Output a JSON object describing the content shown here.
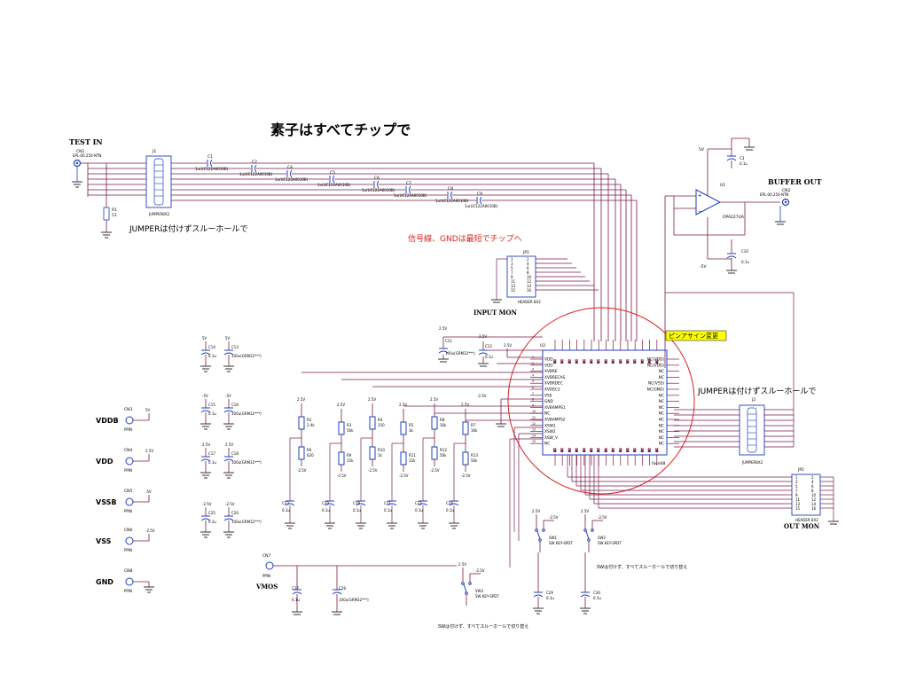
{
  "colors": {
    "wire": "#7a1a4a",
    "ground": "#3a3a3a",
    "parts": "#1f3fbf",
    "annotation_red": "#e02020",
    "label_bg": "#ffff00",
    "text": "#000000"
  },
  "texts": {
    "title": "素子はすべてチップで",
    "test_in": "TEST IN",
    "cn1": "CN1",
    "cn1_part": "EPL-00.250-NTN",
    "buffer_out": "BUFFER OUT",
    "cn2": "CN2",
    "cn2_part": "EPL-00.250-NTN",
    "j1": "J1",
    "j1_part": "JUMPER8X2",
    "jumper_note1": "JUMPERは付けずスルーホールで",
    "red_note": "信号線、GNDは最短でチップへ",
    "jp1": "JP1",
    "jp1_part": "HEADER 8X2",
    "input_mon": "INPUT  MON",
    "pin_label": "ピンアサイン変更",
    "jumper_note2": "JUMPERは付けずスルーホールで",
    "j2": "J2",
    "j2_part": "JUMPER8X2",
    "jp2": "JP2",
    "jp2_part": "HEADER 8X2",
    "out_mon": "OUT  MON",
    "u1": "U1",
    "u1_part": "OPA227UA",
    "u2": "U2",
    "u2_part": "face08",
    "vddb": "VDDB",
    "vdd": "VDD",
    "vssb": "VSSB",
    "vss": "VSS",
    "gnd": "GND",
    "vmos": "VMOS",
    "cn3": "CN3",
    "cn4": "CN4",
    "cn5": "CN5",
    "cn6": "CN6",
    "cn8": "CN8",
    "cn7": "CN7",
    "ppin": "PPIN",
    "sw_note1": "SWは付けず、すべてスルーホールで切り替え",
    "sw_note2": "SWは付けず、すべてスルーホールで切り替え",
    "sw1": "SW1",
    "sw2": "SW2",
    "sw3": "SW3",
    "sw_part": "SW KEY-SPDT",
    "v5": "5V",
    "vm5": "-5V",
    "v25": "2.5V",
    "vm25": "-2.5V",
    "r1": "R1",
    "r1_val": "51"
  },
  "capacitors_top": [
    {
      "ref": "C1",
      "val": "1u(UC122A0010B)"
    },
    {
      "ref": "C2",
      "val": "1u(UC122A0010B)"
    },
    {
      "ref": "C4",
      "val": "1u(UC122A0010B)"
    },
    {
      "ref": "C5",
      "val": "1u(UC122A0010B)"
    },
    {
      "ref": "C6",
      "val": "1u(UC122A0010B)"
    },
    {
      "ref": "C7",
      "val": "1u(UC122A0010B)"
    },
    {
      "ref": "C8",
      "val": "1u(UC122A0010B)"
    },
    {
      "ref": "C9",
      "val": "1u(UC122A0010B)"
    }
  ],
  "bypass_caps": [
    {
      "ref": "C14",
      "val": "0.1u"
    },
    {
      "ref": "C13",
      "val": "100u(GRM32***)"
    },
    {
      "ref": "C15",
      "val": "0.1u"
    },
    {
      "ref": "C16",
      "val": "100u(GRM32***)"
    },
    {
      "ref": "C17",
      "val": "0.1u"
    },
    {
      "ref": "C18",
      "val": "100u(GRM32***)"
    },
    {
      "ref": "C25",
      "val": "0.1u"
    },
    {
      "ref": "C26",
      "val": "100u(GRM32***)"
    }
  ],
  "resistors": [
    {
      "ref": "R2",
      "val": "2.4k"
    },
    {
      "ref": "R6",
      "val": "620"
    },
    {
      "ref": "R3",
      "val": "56k"
    },
    {
      "ref": "R9",
      "val": "15k"
    },
    {
      "ref": "R4",
      "val": "150"
    },
    {
      "ref": "R10",
      "val": "1k"
    },
    {
      "ref": "R5",
      "val": "3k"
    },
    {
      "ref": "R11",
      "val": "15k"
    },
    {
      "ref": "R8",
      "val": "16k"
    },
    {
      "ref": "R12",
      "val": "56k"
    },
    {
      "ref": "R7",
      "val": "16k"
    },
    {
      "ref": "R13",
      "val": "56k"
    }
  ],
  "lower_caps": [
    {
      "ref": "C23",
      "val": "0.1u"
    },
    {
      "ref": "C20",
      "val": "0.1u"
    },
    {
      "ref": "C19",
      "val": "0.1u"
    },
    {
      "ref": "C21",
      "val": "0.1u"
    },
    {
      "ref": "C22",
      "val": "0.1u"
    },
    {
      "ref": "C24",
      "val": "0.1u"
    }
  ],
  "misc_caps": [
    {
      "ref": "C11",
      "val": "100u(GRM32***)"
    },
    {
      "ref": "C12",
      "val": "0.1u"
    },
    {
      "ref": "C3",
      "val": "0.1u"
    },
    {
      "ref": "C10",
      "val": "0.1u"
    },
    {
      "ref": "C27",
      "val": "0.1u"
    },
    {
      "ref": "C28",
      "val": "100u(GRM32***)"
    },
    {
      "ref": "C29",
      "val": "0.1u"
    },
    {
      "ref": "C30",
      "val": "0.1u"
    }
  ],
  "u2_pins_left": [
    "VDD",
    "VDD",
    "XVBRE",
    "XVBRECAS",
    "XVBRDEC",
    "XVDEC2",
    "VSS",
    "GND",
    "XVBAMPS1",
    "NC",
    "XVBAMPS2",
    "XSW1",
    "XSW2",
    "XSW_V",
    "NC"
  ],
  "u2_pins_right": [
    "NC(VDD)",
    "NC(VDD)",
    "NC",
    "NC",
    "NC(VSS)",
    "NC(GND)",
    "NC",
    "NC",
    "NC",
    "NC",
    "NC",
    "NC",
    "NC",
    "NC",
    "NC"
  ],
  "header_pins_left": [
    "1",
    "3",
    "5",
    "7",
    "9",
    "11",
    "13",
    "15"
  ],
  "header_pins_right": [
    "2",
    "4",
    "6",
    "8",
    "10",
    "12",
    "14",
    "16"
  ]
}
